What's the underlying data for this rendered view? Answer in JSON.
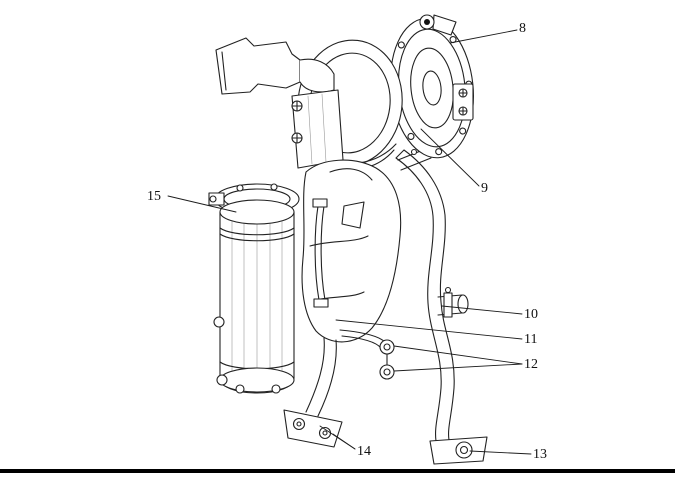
{
  "figure": {
    "type": "technical-line-illustration",
    "callouts": [
      {
        "label": "8"
      },
      {
        "label": "9"
      },
      {
        "label": "10"
      },
      {
        "label": "11"
      },
      {
        "label": "12"
      },
      {
        "label": "13"
      },
      {
        "label": "14"
      },
      {
        "label": "15"
      }
    ]
  },
  "colors": {
    "ink": "#1d1d1d",
    "background": "#ffffff",
    "rule": "#000000"
  }
}
